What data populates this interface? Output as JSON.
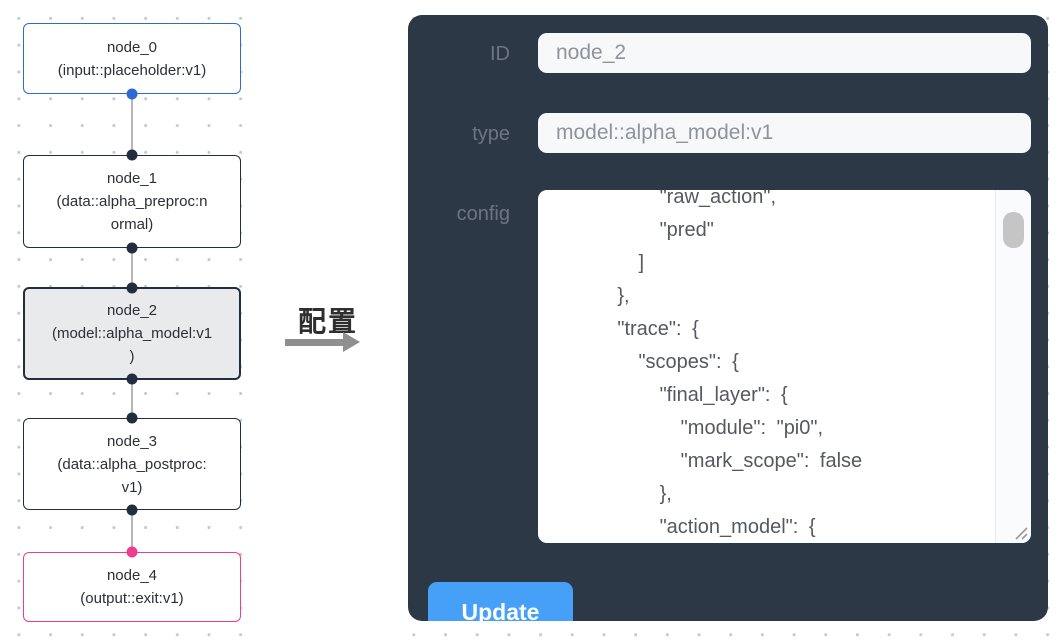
{
  "flow": {
    "nodes": [
      {
        "id": "node_0",
        "type": "input::placeholder:v1",
        "lines": [
          "node_0",
          "(input::placeholder:v1)",
          ""
        ],
        "state": "input"
      },
      {
        "id": "node_1",
        "type": "data::alpha_preproc:normal",
        "lines": [
          "node_1",
          "(data::alpha_preproc:n",
          "ormal)"
        ],
        "state": "default"
      },
      {
        "id": "node_2",
        "type": "model::alpha_model:v1",
        "lines": [
          "node_2",
          "(model::alpha_model:v1",
          ")"
        ],
        "state": "selected"
      },
      {
        "id": "node_3",
        "type": "data::alpha_postproc:v1",
        "lines": [
          "node_3",
          "(data::alpha_postproc:",
          "v1)"
        ],
        "state": "default"
      },
      {
        "id": "node_4",
        "type": "output::exit:v1",
        "lines": [
          "node_4",
          "(output::exit:v1)",
          ""
        ],
        "state": "output"
      }
    ]
  },
  "connector": {
    "label": "配置"
  },
  "panel": {
    "fields": [
      {
        "label": "ID",
        "value": "node_2"
      },
      {
        "label": "type",
        "value": "model::alpha_model:v1"
      }
    ],
    "config_label": "config",
    "config_lines": [
      "          \"raw_action\",",
      "          \"pred\"",
      "        ]",
      "      },",
      "      \"trace\": {",
      "        \"scopes\": {",
      "          \"final_layer\": {",
      "            \"module\": \"pi0\",",
      "            \"mark_scope\": false",
      "          },",
      "          \"action_model\": {"
    ],
    "update_label": "Update"
  },
  "colors": {
    "panel_bg": "#2d3847",
    "input_bg": "#f6f8fa",
    "button_blue": "#47a0f7",
    "node_input_blue": "#2e6ad1",
    "node_output_pink": "#ec3d8f",
    "node_border_dark": "#222d3d",
    "selected_node_fill": "#e9eaec",
    "edge_gray": "#b4b6ba"
  }
}
